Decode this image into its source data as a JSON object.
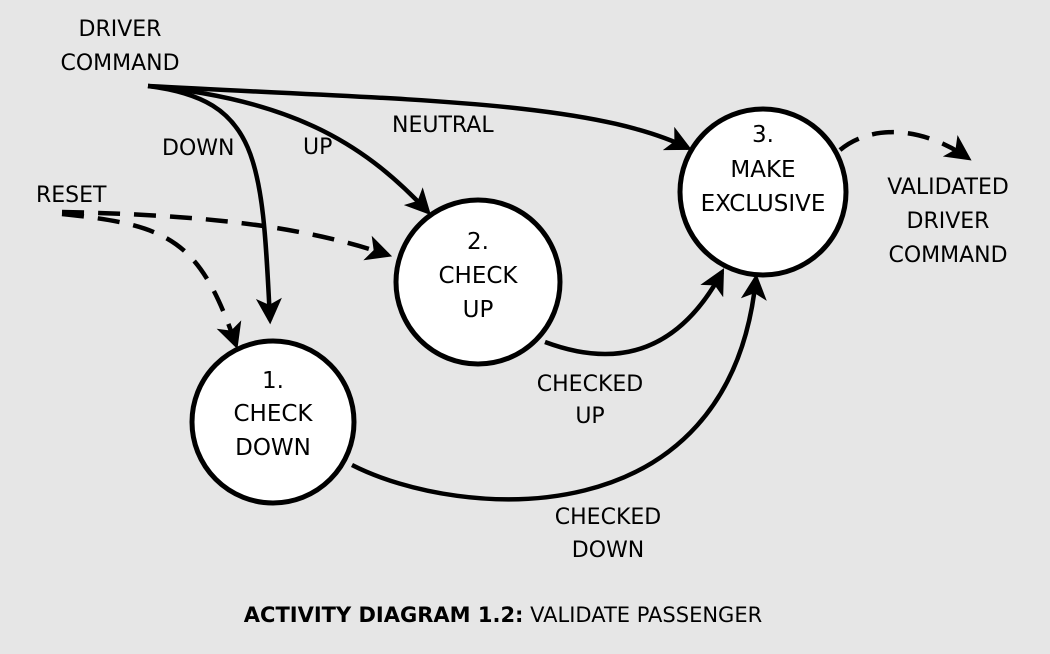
{
  "diagram": {
    "nodes": {
      "check_down": {
        "number": "1.",
        "line1": "CHECK",
        "line2": "DOWN"
      },
      "check_up": {
        "number": "2.",
        "line1": "CHECK",
        "line2": "UP"
      },
      "make_exclusive": {
        "number": "3.",
        "line1": "MAKE",
        "line2": "EXCLUSIVE"
      }
    },
    "inputs": {
      "driver_command": {
        "line1": "DRIVER",
        "line2": "COMMAND"
      },
      "reset": "RESET"
    },
    "outputs": {
      "validated": {
        "line1": "VALIDATED",
        "line2": "DRIVER",
        "line3": "COMMAND"
      }
    },
    "flows": {
      "down": "DOWN",
      "up": "UP",
      "neutral": "NEUTRAL",
      "checked_up": {
        "line1": "CHECKED",
        "line2": "UP"
      },
      "checked_down": {
        "line1": "CHECKED",
        "line2": "DOWN"
      }
    },
    "caption": {
      "bold": "ACTIVITY DIAGRAM 1.2:",
      "rest": " VALIDATE PASSENGER"
    }
  }
}
